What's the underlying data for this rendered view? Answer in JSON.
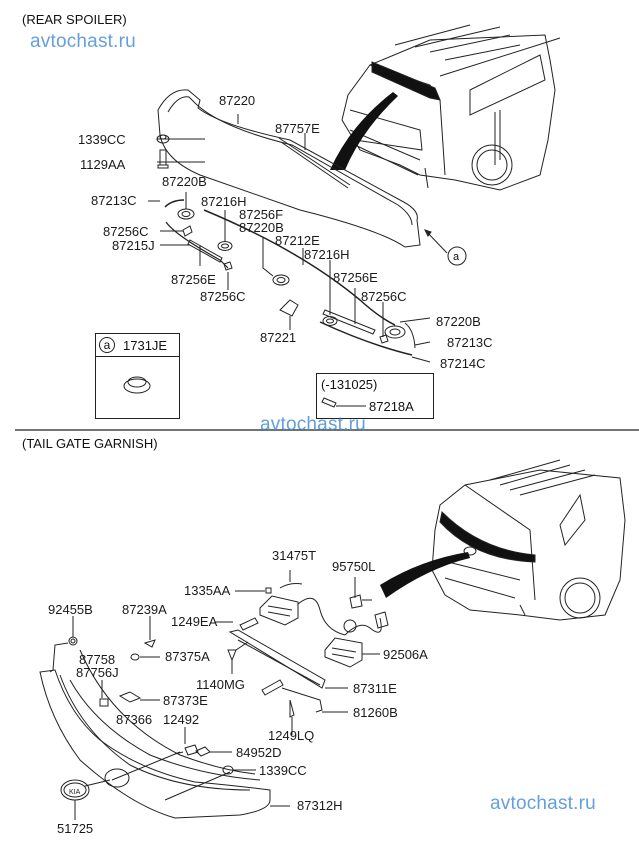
{
  "watermark": "avtochast.ru",
  "sections": {
    "rear_spoiler": {
      "title": "(REAR SPOILER)",
      "parts": {
        "p87220": "87220",
        "p87757E": "87757E",
        "p1339CC": "1339CC",
        "p1129AA": "1129AA",
        "p87220B_a": "87220B",
        "p87213C_a": "87213C",
        "p87216H_a": "87216H",
        "p87256F": "87256F",
        "p87220B_b": "87220B",
        "p87256C_a": "87256C",
        "p87215J": "87215J",
        "p87212E": "87212E",
        "p87216H_b": "87216H",
        "p87256E_a": "87256E",
        "p87256C_b": "87256C",
        "p87256E_b": "87256E",
        "p87256C_c": "87256C",
        "p87221": "87221",
        "p87220B_c": "87220B",
        "p87213C_b": "87213C",
        "p87214C": "87214C"
      },
      "callout_ref": "a",
      "detail_box": {
        "ref": "a",
        "part": "1731JE"
      },
      "note_box": {
        "condition": "(-131025)",
        "part": "87218A"
      }
    },
    "tail_gate_garnish": {
      "title": "(TAIL GATE GARNISH)",
      "parts": {
        "p31475T": "31475T",
        "p95750L": "95750L",
        "p1335AA": "1335AA",
        "p92455B": "92455B",
        "p87239A": "87239A",
        "p1249EA": "1249EA",
        "p92506A": "92506A",
        "p87758": "87758",
        "p87375A": "87375A",
        "p87756J": "87756J",
        "p1140MG": "1140MG",
        "p87311E": "87311E",
        "p87373E": "87373E",
        "p81260B": "81260B",
        "p87366": "87366",
        "p12492": "12492",
        "p1249LQ": "1249LQ",
        "p84952D": "84952D",
        "p1339CC": "1339CC",
        "p87312H": "87312H",
        "p51725": "51725"
      }
    }
  }
}
